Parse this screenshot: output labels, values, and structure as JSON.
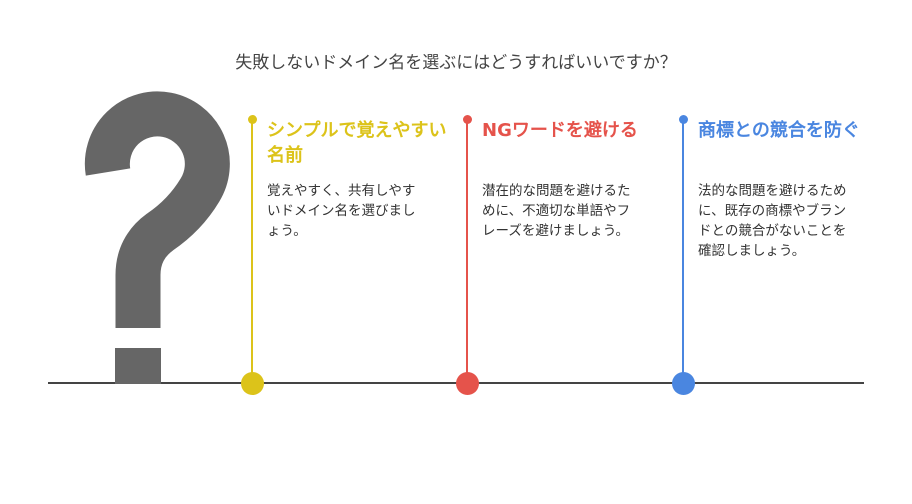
{
  "title": "失敗しないドメイン名を選ぶにはどうすればいいですか？",
  "symbol": "?",
  "colors": {
    "question": "#666666",
    "line": "#444444"
  },
  "items": [
    {
      "heading": "シンプルで覚えやすい名前",
      "body": "覚えやすく、共有しやすいドメイン名を選びましょう。",
      "color": "#dcc31a"
    },
    {
      "heading": "NGワードを避ける",
      "body": "潜在的な問題を避けるために、不適切な単語やフレーズを避けましょう。",
      "color": "#e5534b"
    },
    {
      "heading": "商標との競合を防ぐ",
      "body": "法的な問題を避けるために、既存の商標やブランドとの競合がないことを確認しましょう。",
      "color": "#4a86e0"
    }
  ]
}
